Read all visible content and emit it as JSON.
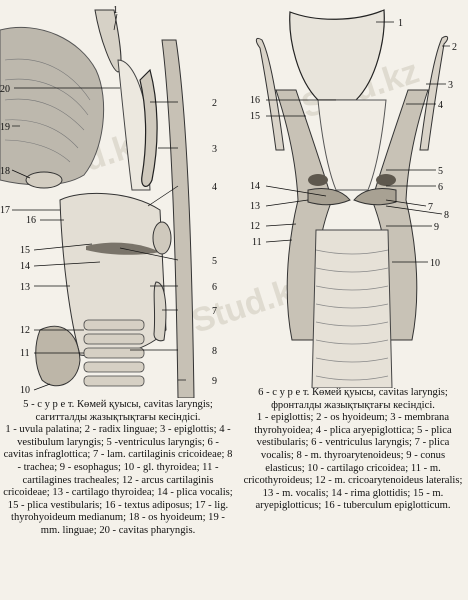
{
  "watermark": "Stud.kz",
  "figure_left": {
    "labels": [
      "1",
      "2",
      "3",
      "4",
      "5",
      "6",
      "7",
      "8",
      "9",
      "10",
      "11",
      "12",
      "13",
      "14",
      "15",
      "16",
      "17",
      "18",
      "19",
      "20"
    ],
    "caption_head": "5 - с у р е т.  Көмей қуысы, cavitas laryngis; сагитталды жазықтықтағы кесіндісі.",
    "caption_items": "1 - uvula palatina; 2 - radix linguae; 3 - epiglottis; 4 - vestibulum laryngis; 5 -ventriculus laryngis; 6 - cavitas infraglottica; 7 - lam. cartilaginis cricoideae; 8 - trachea; 9 - esophagus; 10 - gl. thyroidea; 11 - cartilagines tracheales; 12 - arcus cartilaginis cricoideae; 13 - cartilago thyroidea; 14 - plica vocalis; 15 - plica vestibularis; 16 - textus adiposus; 17 - lig. thyrohyoideum medianum; 18 - os hyoideum; 19 - mm. linguae; 20 - cavitas pharyngis."
  },
  "figure_right": {
    "labels": [
      "1",
      "2",
      "3",
      "4",
      "5",
      "6",
      "7",
      "8",
      "9",
      "10",
      "11",
      "12",
      "13",
      "14",
      "15",
      "16"
    ],
    "caption_head": "6 - с у р е т.  Көмей қуысы, cavitas laryngis; фронталды жазықтықтағы кесіндісі.",
    "caption_items": "1 - epiglottis; 2 - os hyoideum; 3 - membrana thyrohyoidea; 4 - plica aryepiglottica; 5 - plica vestibularis; 6 - ventriculus laryngis; 7 - plica vocalis; 8 - m. thyroarytenoideus; 9 - conus elasticus; 10 - cartilago cricoidea; 11 - m. cricothyroideus; 12 - m. cricoarytenoideus lateralis; 13 - m. vocalis; 14 - rima glottidis; 15 - m. aryepiglotticus; 16 - tuberculum epiglotticum."
  }
}
